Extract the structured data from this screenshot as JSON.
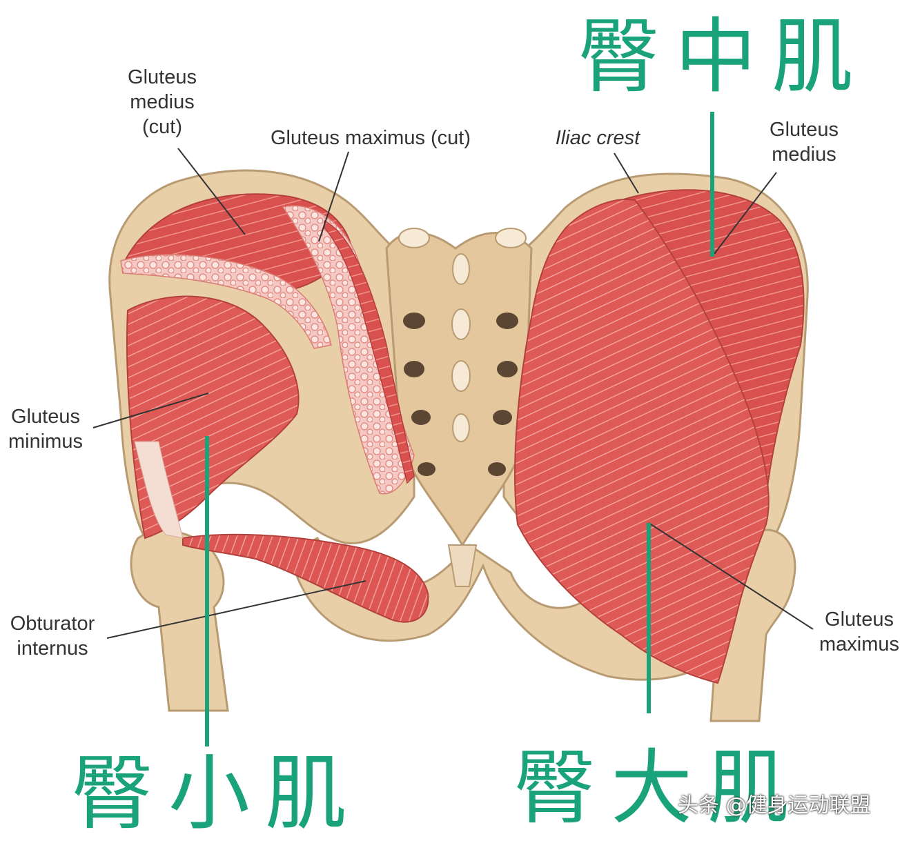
{
  "labels": {
    "gluteus_medius_cut": "Gluteus\nmedius\n(cut)",
    "gluteus_maximus_cut": "Gluteus maximus (cut)",
    "iliac_crest": "Iliac crest",
    "gluteus_medius": "Gluteus\nmedius",
    "gluteus_minimus": "Gluteus\nminimus",
    "obturator_internus": "Obturator\ninternus",
    "gluteus_maximus": "Gluteus\nmaximus"
  },
  "chinese_labels": {
    "gluteus_medius": "臀中肌",
    "gluteus_minimus": "臀小肌",
    "gluteus_maximus": "臀大肌"
  },
  "watermark": "头条 @健身运动联盟",
  "colors": {
    "accent_green": "#1aa37a",
    "muscle": "#de5a56",
    "bone": "#e8cfa8",
    "label_text": "#333333"
  }
}
